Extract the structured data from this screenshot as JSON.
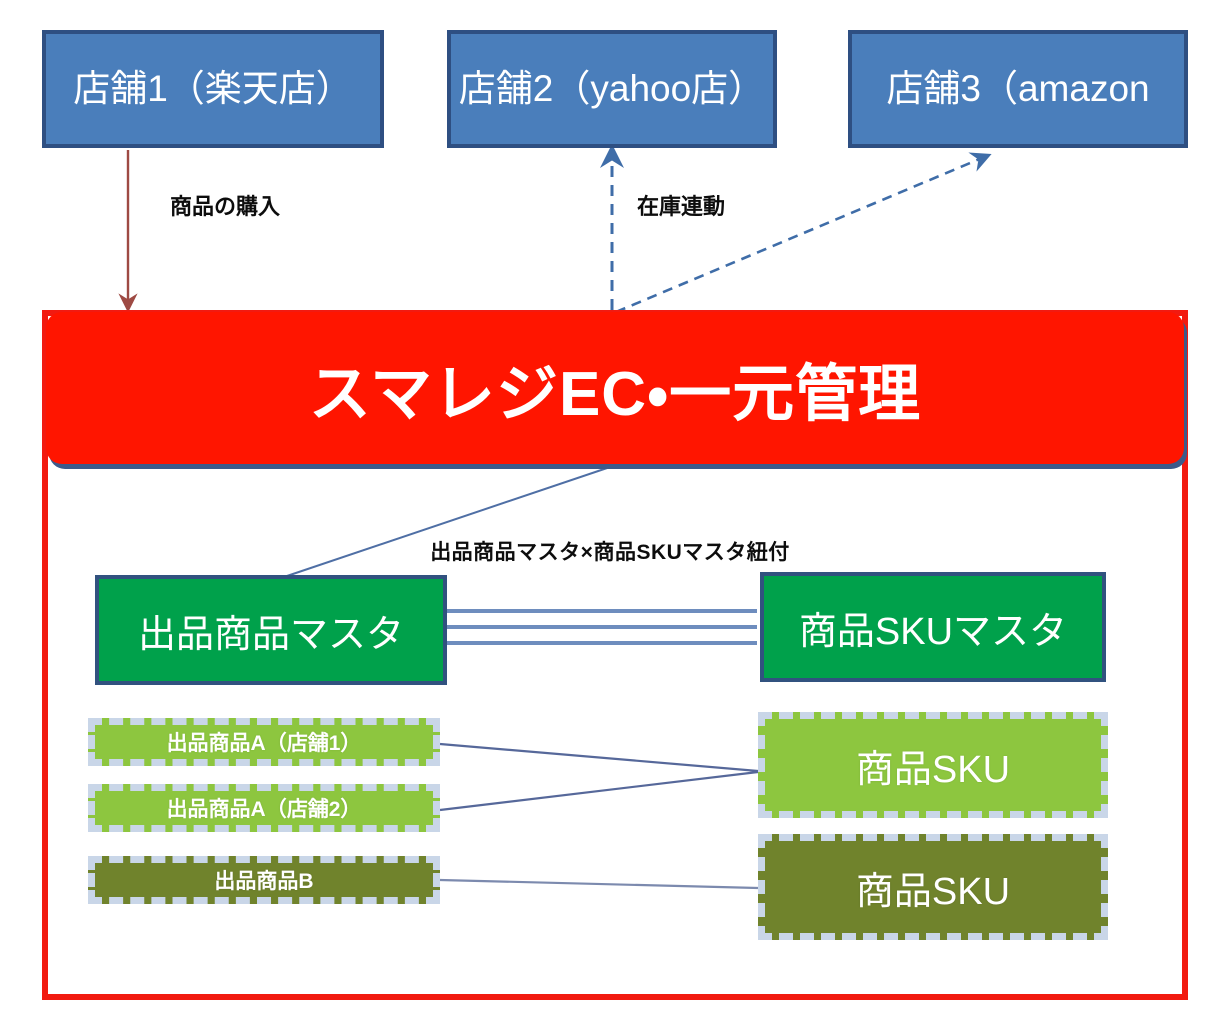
{
  "diagram": {
    "title": "スマレジEC・一元管理 構成図",
    "colors": {
      "shop_fill": "#4A7EBB",
      "shop_border": "#2E4F82",
      "banner_fill": "#FF1500",
      "banner_shadow": "#3C5A8A",
      "container_border": "#F21A10",
      "master_fill": "#00A14B",
      "master_border": "#31527F",
      "chip_light": "#8DC63F",
      "chip_olive": "#70832C",
      "chip_handle": "#C9D6E8",
      "arrow_red": "#9E4A43",
      "arrow_blue": "#3F6DA8",
      "connector_blue": "#4F6FA5"
    }
  },
  "shops": [
    {
      "label": "店舗1（楽天店）"
    },
    {
      "label": "店舗2（yahoo店）"
    },
    {
      "label": "店舗3（amazon"
    }
  ],
  "flow_labels": [
    {
      "label": "商品の購入"
    },
    {
      "label": "在庫連動"
    }
  ],
  "banner": {
    "label": "スマレジEC・一元管理"
  },
  "link_caption": {
    "label": "出品商品マスタ×商品SKUマスタ紐付"
  },
  "masters": [
    {
      "label": "出品商品マスタ"
    },
    {
      "label": "商品SKUマスタ"
    }
  ],
  "listing_items": [
    {
      "label": "出品商品A（店舗1）"
    },
    {
      "label": "出品商品A（店舗2）"
    },
    {
      "label": "出品商品B"
    }
  ],
  "sku_items": [
    {
      "label": "商品SKU"
    },
    {
      "label": "商品SKU"
    }
  ]
}
